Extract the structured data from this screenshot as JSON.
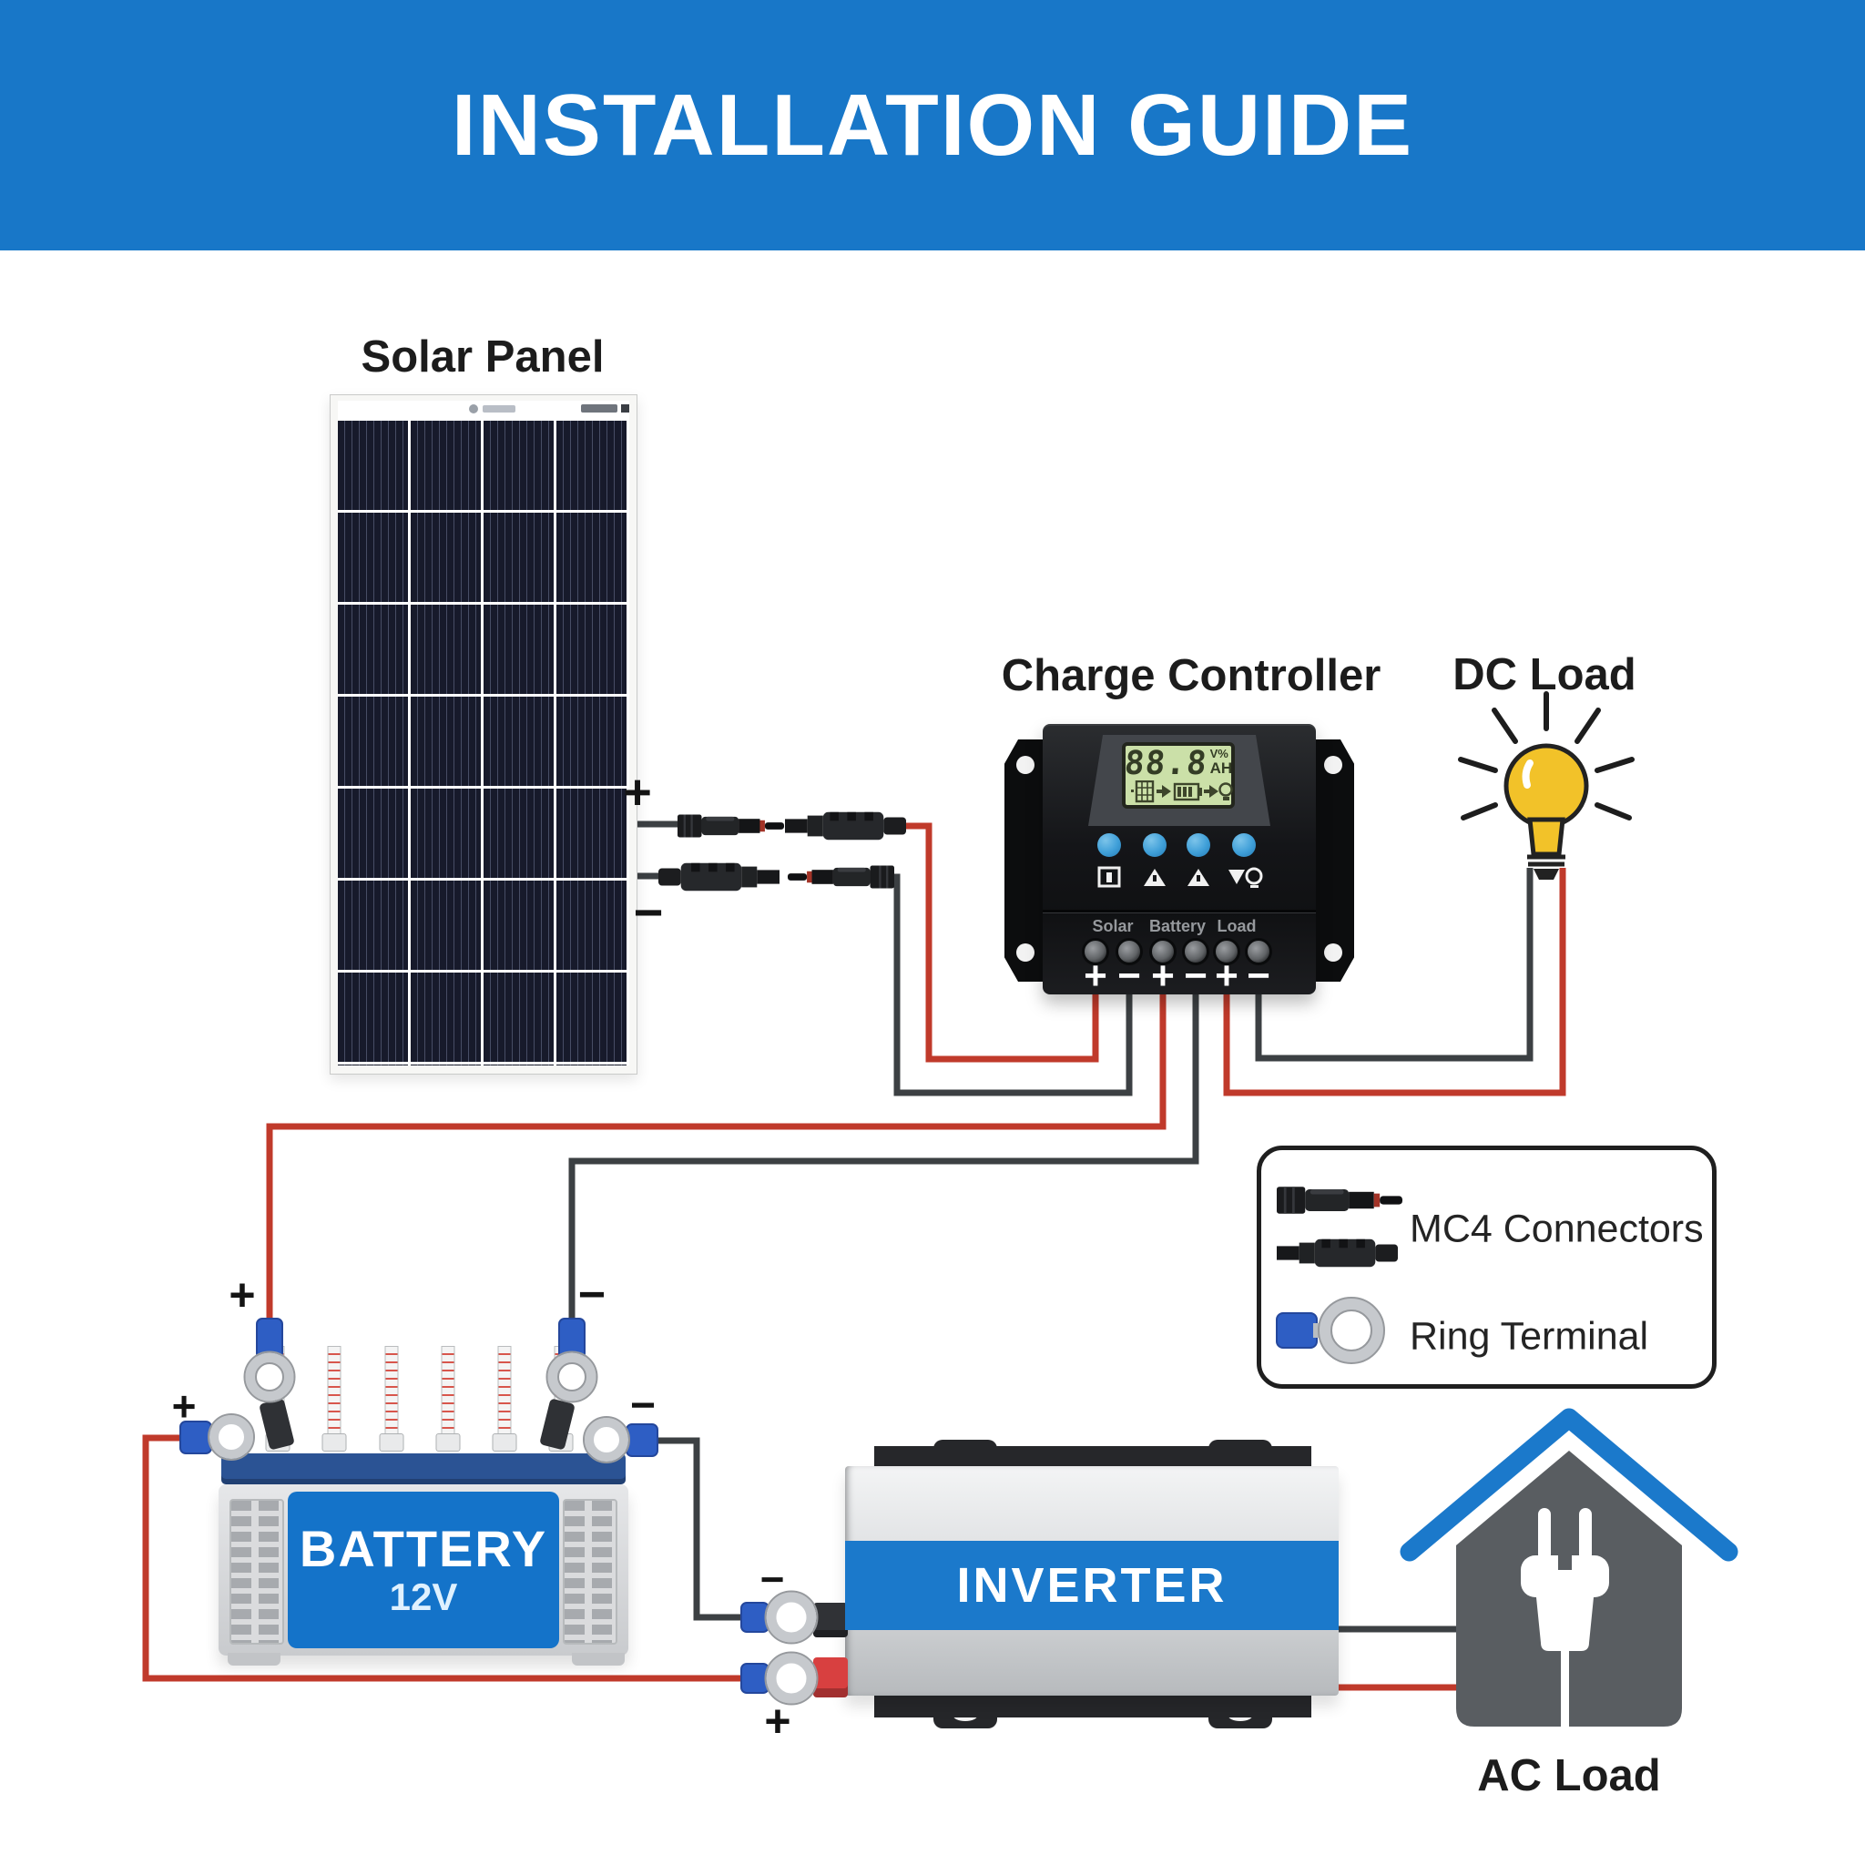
{
  "title": "INSTALLATION GUIDE",
  "colors": {
    "banner_blue": "#1877C8",
    "accent_blue": "#1B79CB",
    "wire_positive_red": "#C03A2B",
    "wire_negative_dark": "#3C4043",
    "bulb_yellow": "#F2C229",
    "lcd_green": "#CBE0A8",
    "ring_terminal_blue": "#2E5EC4"
  },
  "solar_panel": {
    "label": "Solar Panel",
    "positive_sign": "+",
    "negative_sign": "−"
  },
  "charge_controller": {
    "label": "Charge Controller",
    "lcd_value": "88.8",
    "lcd_unit_top": "V%",
    "lcd_unit_bottom": "AH",
    "terminal_groups": [
      "Solar",
      "Battery",
      "Load"
    ],
    "terminal_signs": [
      "+",
      "−",
      "+",
      "−",
      "+",
      "−"
    ]
  },
  "dc_load": {
    "label": "DC Load"
  },
  "legend": {
    "mc4_label": "MC4 Connectors",
    "ring_label": "Ring Terminal"
  },
  "battery": {
    "name": "BATTERY",
    "voltage": "12V",
    "top_positive_sign": "+",
    "top_negative_sign": "−",
    "side_positive_sign": "+",
    "side_negative_sign": "−"
  },
  "inverter": {
    "label": "INVERTER",
    "negative_sign": "−",
    "positive_sign": "+"
  },
  "ac_load": {
    "label": "AC Load"
  }
}
